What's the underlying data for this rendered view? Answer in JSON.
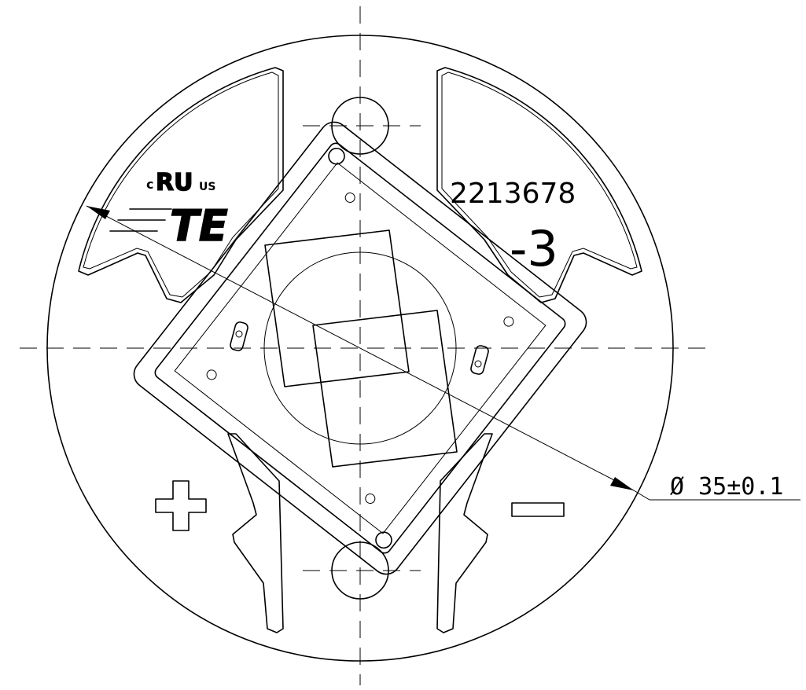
{
  "markings": {
    "cert_c": "c",
    "cert_ru": "RU",
    "cert_us": "US",
    "brand": "TE",
    "part_number": "2213678",
    "variant": "-3",
    "polarity_plus": "+",
    "polarity_minus": "−"
  },
  "dimension": {
    "label": "Ø 35±0.1"
  }
}
